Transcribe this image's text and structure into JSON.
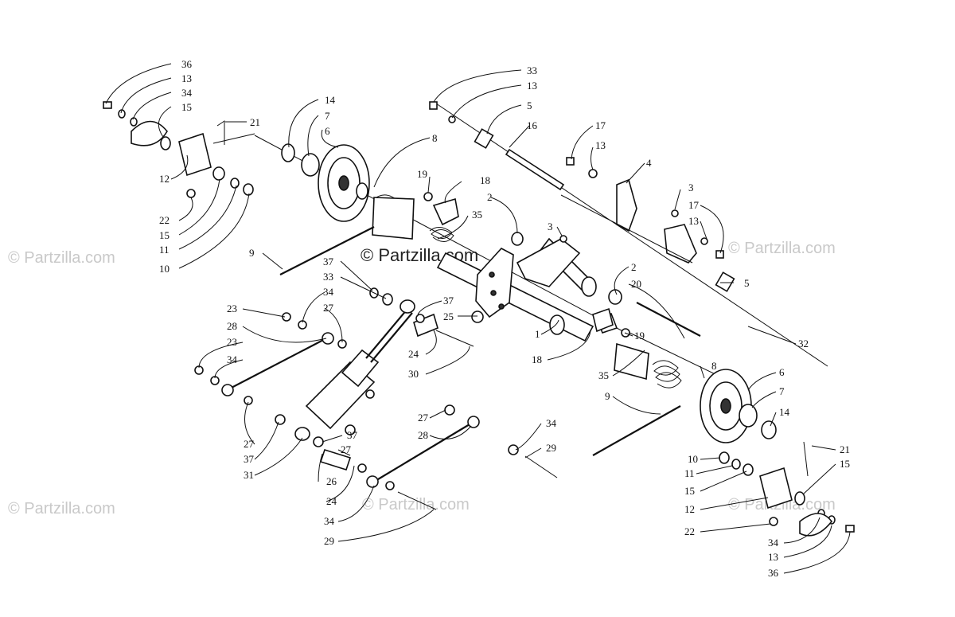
{
  "watermark": {
    "main": "© Partzilla.com",
    "faint": "© Partzilla.com"
  },
  "callouts": {
    "c36a": "36",
    "c13a": "13",
    "c34a": "34",
    "c15a": "15",
    "c21a": "21",
    "c14a": "14",
    "c7a": "7",
    "c6a": "6",
    "c8a": "8",
    "c12a": "12",
    "c22a": "22",
    "c15b": "15",
    "c11a": "11",
    "c10a": "10",
    "c9a": "9",
    "c33a": "33",
    "c13b": "13",
    "c5a": "5",
    "c16": "16",
    "c17a": "17",
    "c13c": "13",
    "c4": "4",
    "c3a": "3",
    "c17b": "17",
    "c13d": "13",
    "c19a": "19",
    "c18a": "18",
    "c2a": "2",
    "c35a": "35",
    "c3b": "3",
    "c5b": "5",
    "c37a": "37",
    "c33b": "33",
    "c34b": "34",
    "c27a": "27",
    "c23a": "23",
    "c28a": "28",
    "c23b": "23",
    "c34c": "34",
    "c37b": "37",
    "c25": "25",
    "c24a": "24",
    "c30": "30",
    "c2b": "2",
    "c20": "20",
    "c1": "1",
    "c19b": "19",
    "c18b": "18",
    "c32": "32",
    "c8b": "8",
    "c35b": "35",
    "c6b": "6",
    "c7b": "7",
    "c14b": "14",
    "c9b": "9",
    "c27b": "27",
    "c37c": "37",
    "c31": "31",
    "c37d": "37",
    "c26": "26",
    "c27c": "27",
    "c24b": "24",
    "c27d": "27",
    "c28b": "28",
    "c34d": "34",
    "c29a": "29",
    "c34e": "34",
    "c29b": "29",
    "c10b": "10",
    "c11b": "11",
    "c15c": "15",
    "c12b": "12",
    "c22b": "22",
    "c21b": "21",
    "c15d": "15",
    "c34f": "34",
    "c13e": "13",
    "c36b": "36"
  }
}
